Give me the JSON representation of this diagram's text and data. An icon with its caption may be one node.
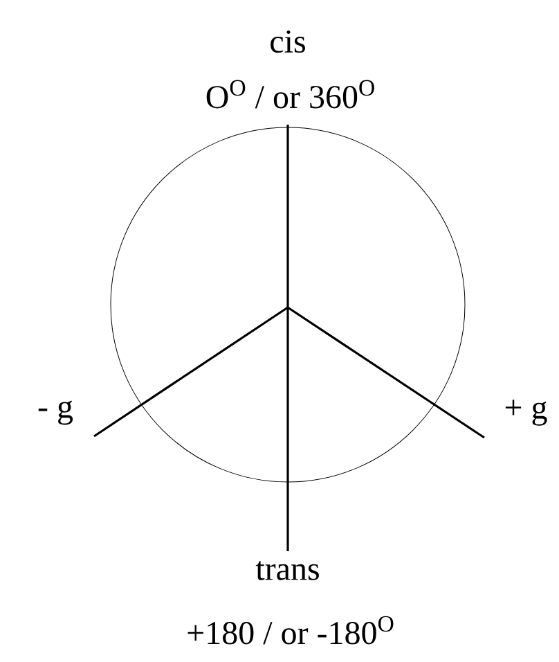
{
  "diagram": {
    "labels": [
      "cis",
      "O$^{O}$ / or 360$^{O}$",
      "- g",
      "+ g",
      "trans",
      "+180 / or -180$^{O}$"
    ]
  }
}
